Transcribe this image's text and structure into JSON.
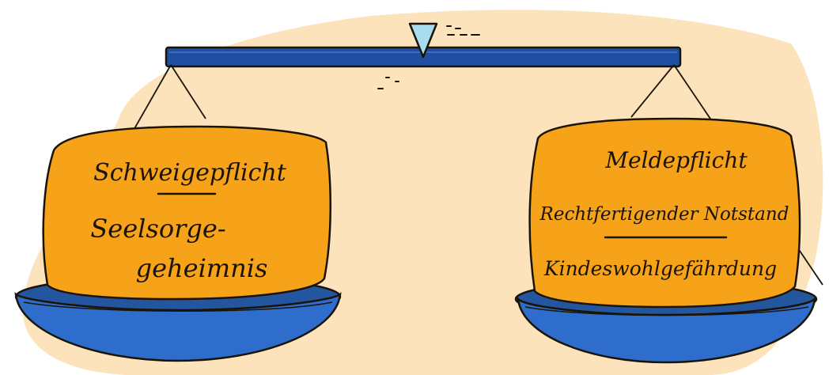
{
  "left_pan": {
    "title": "Schweigepflicht",
    "subtitle_line1": "Seelsorge-",
    "subtitle_line2": "geheimnis"
  },
  "right_pan": {
    "title": "Meldepflicht",
    "line2": "Rechtfertigender Notstand",
    "line3": "Kindeswohlgefährdung"
  },
  "colors": {
    "background_blob": "#fde3bc",
    "block_fill": "#f7a319",
    "beam_fill": "#1f4ea3",
    "pan_fill": "#2f6dcc",
    "pointer_fill": "#a9dcef",
    "ink": "#1a1408"
  }
}
